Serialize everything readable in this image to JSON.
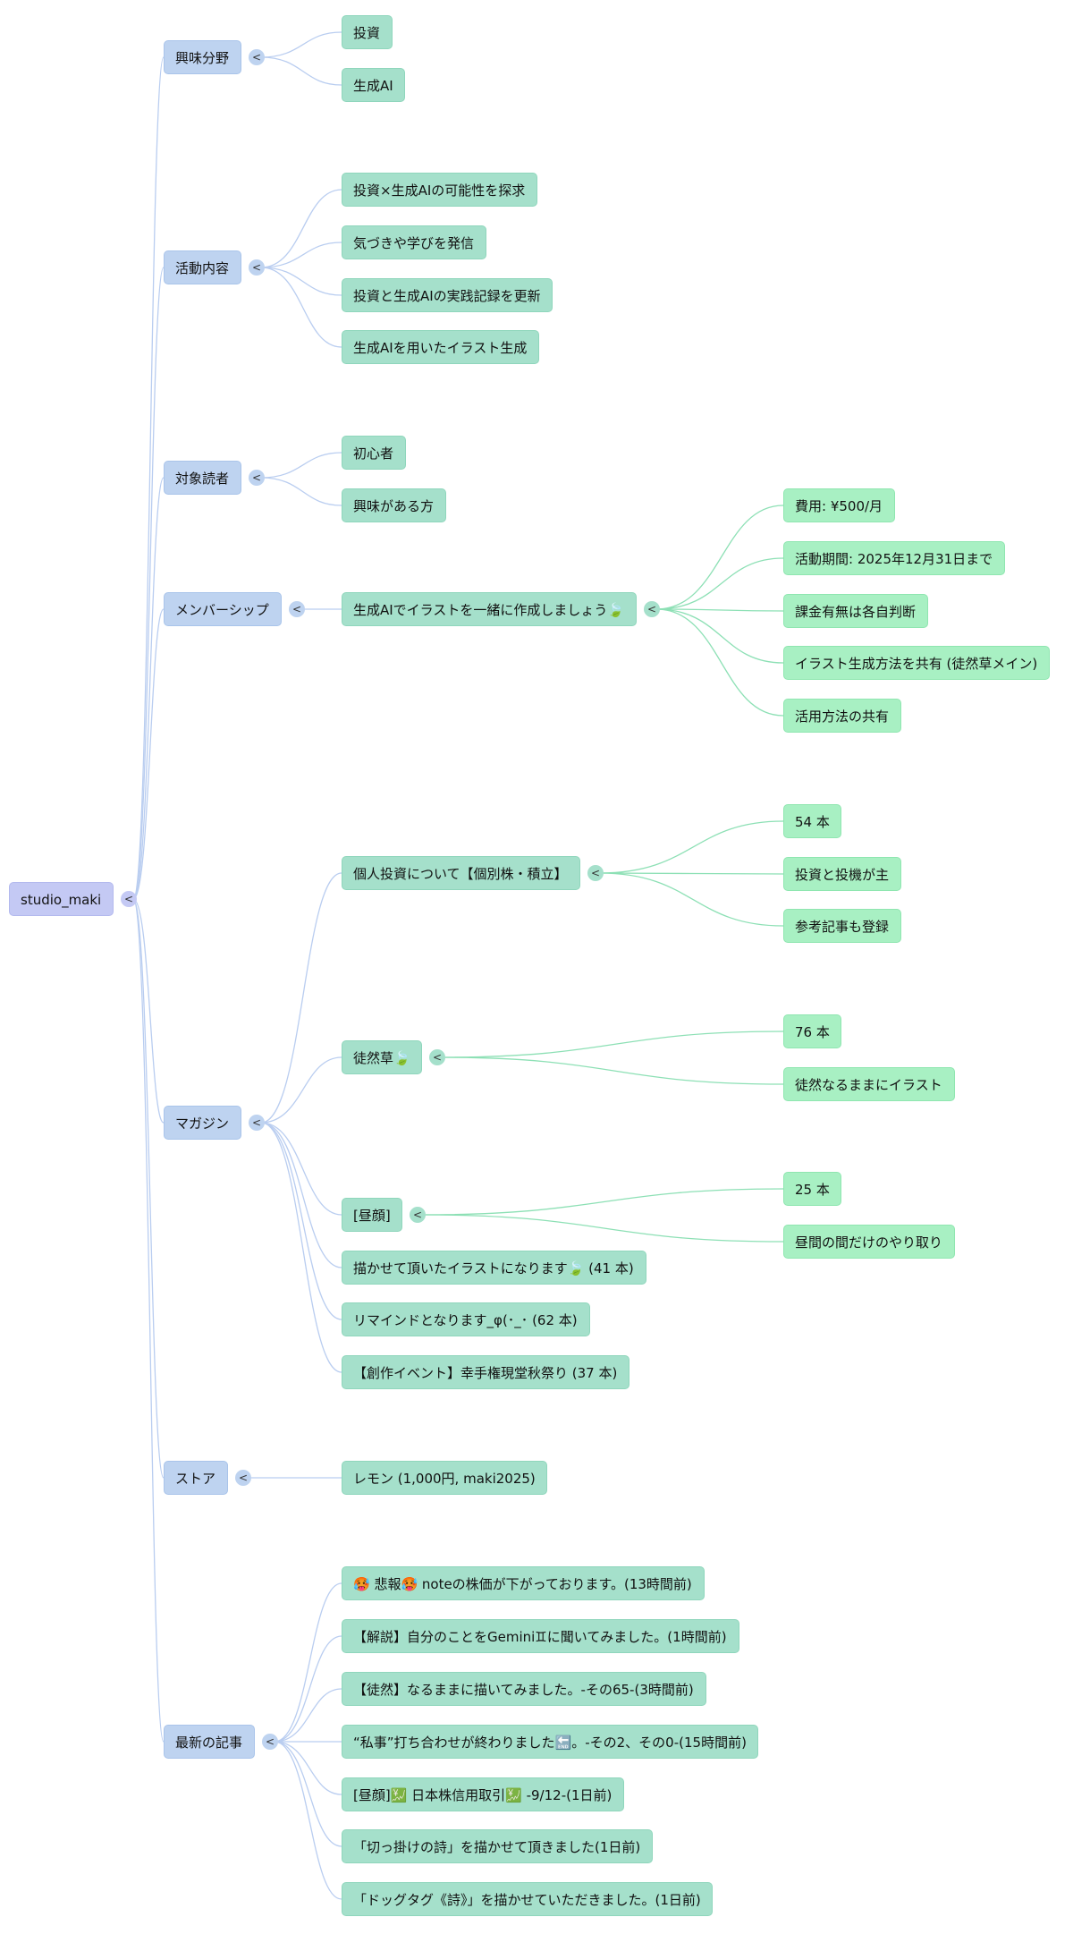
{
  "colors": {
    "root": "#c4c9f4",
    "level1": "#bed3f0",
    "level2": "#a5e0cb",
    "level3": "#a8f0c3",
    "edge_blue": "#b9cdf0",
    "edge_green": "#8de0b5"
  },
  "toggle_icon": "chevron-left-icon",
  "toggle_glyph": "<",
  "root": {
    "label": "studio_maki",
    "children": [
      {
        "label": "興味分野",
        "children": [
          {
            "label": "投資"
          },
          {
            "label": "生成AI"
          }
        ]
      },
      {
        "label": "活動内容",
        "children": [
          {
            "label": "投資×生成AIの可能性を探求"
          },
          {
            "label": "気づきや学びを発信"
          },
          {
            "label": "投資と生成AIの実践記録を更新"
          },
          {
            "label": "生成AIを用いたイラスト生成"
          }
        ]
      },
      {
        "label": "対象読者",
        "children": [
          {
            "label": "初心者"
          },
          {
            "label": "興味がある方"
          }
        ]
      },
      {
        "label": "メンバーシップ",
        "children": [
          {
            "label": "生成AIでイラストを一緒に作成しましょう🍃",
            "children": [
              {
                "label": "費用: ¥500/月"
              },
              {
                "label": "活動期間: 2025年12月31日まで"
              },
              {
                "label": "課金有無は各自判断"
              },
              {
                "label": "イラスト生成方法を共有 (徒然草メイン)"
              },
              {
                "label": "活用方法の共有"
              }
            ]
          }
        ]
      },
      {
        "label": "マガジン",
        "children": [
          {
            "label": "個人投資について【個別株・積立】",
            "children": [
              {
                "label": "54 本"
              },
              {
                "label": "投資と投機が主"
              },
              {
                "label": "参考記事も登録"
              }
            ]
          },
          {
            "label": "徒然草🍃",
            "children": [
              {
                "label": "76 本"
              },
              {
                "label": "徒然なるままにイラスト"
              }
            ]
          },
          {
            "label": "[昼顔]",
            "children": [
              {
                "label": "25 本"
              },
              {
                "label": "昼間の間だけのやり取り"
              }
            ]
          },
          {
            "label": "描かせて頂いたイラストになります🍃 (41 本)"
          },
          {
            "label": "リマインドとなります_φ(･_･ (62 本)"
          },
          {
            "label": "【創作イベント】幸手権現堂秋祭り (37 本)"
          }
        ]
      },
      {
        "label": "ストア",
        "children": [
          {
            "label": "レモン (1,000円, maki2025)"
          }
        ]
      },
      {
        "label": "最新の記事",
        "children": [
          {
            "label": "🥵 悲報🥵 noteの株価が下がっております。(13時間前)"
          },
          {
            "label": "【解説】自分のことをGemini♊に聞いてみました。(1時間前)"
          },
          {
            "label": "【徒然】なるままに描いてみました。-その65-(3時間前)"
          },
          {
            "label": "“私事”打ち合わせが終わりました🔚。-その2、その0-(15時間前)"
          },
          {
            "label": "[昼顔]💹 日本株信用取引💹 -9/12-(1日前)"
          },
          {
            "label": "「切っ掛けの詩」を描かせて頂きました(1日前)"
          },
          {
            "label": "「ドッグタグ《詩》」を描かせていただきました。(1日前)"
          }
        ]
      }
    ]
  }
}
